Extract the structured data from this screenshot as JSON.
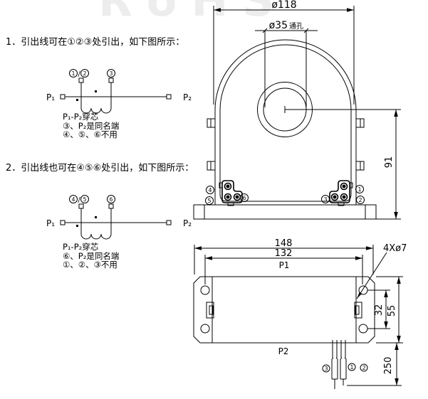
{
  "colors": {
    "line": "#000000",
    "text": "#000000",
    "watermark": "#ededed"
  },
  "watermark": "RoHS",
  "sections": [
    {
      "heading": "1．引出线可在①②③处引出，如下图所示：",
      "notes": [
        "P₁-P₂穿芯",
        "③、P₂是同名端",
        "④、⑤、⑥不用"
      ]
    },
    {
      "heading": "2．引出线也可在④⑤⑥处引出，如下图所示：",
      "notes": [
        "P₁-P₂穿芯",
        "⑥、P₂是同名端",
        "①、②、③不用"
      ]
    }
  ],
  "circuits": [
    {
      "tap_a": "1",
      "tap_b": "2",
      "tap_c": "3",
      "slash": "/",
      "p1": "P₁",
      "p2": "P₂"
    },
    {
      "tap_a": "4",
      "tap_b": "5",
      "tap_c": "6",
      "slash": "/",
      "p1": "P₁",
      "p2": "P₂"
    }
  ],
  "front_view": {
    "dim_width": "ø118",
    "dim_hole": "ø35",
    "dim_hole_suffix": "通孔",
    "dim_height": "91",
    "t1": "1",
    "t2": "2",
    "t3": "3",
    "t4": "4",
    "t5": "5",
    "t6": "6"
  },
  "bottom_view": {
    "dim_overall": "148",
    "dim_inner": "132",
    "label_p1": "P1",
    "callout": "4Xø7",
    "dim_hole_v": "32",
    "dim_height": "55",
    "label_p2": "P2",
    "dim_wire": "250",
    "w1": "1",
    "w2": "2",
    "w3": "3"
  }
}
